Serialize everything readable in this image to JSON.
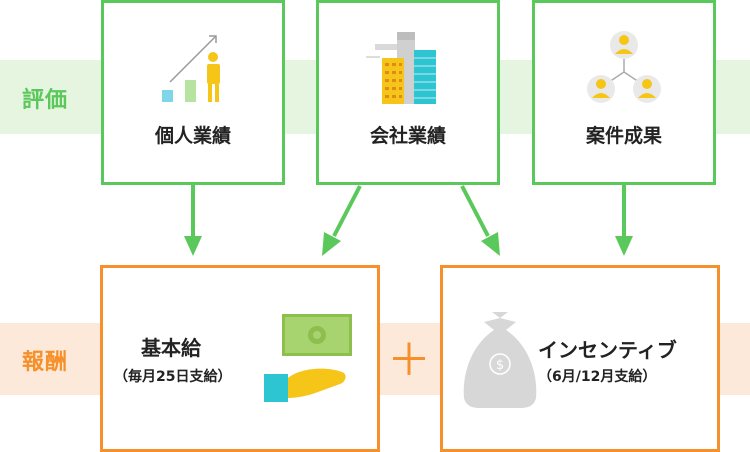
{
  "rows": {
    "evaluation": "評価",
    "reward": "報酬"
  },
  "evaluation_items": [
    {
      "label": "個人業績",
      "icon": "person-growth-chart-icon"
    },
    {
      "label": "会社業績",
      "icon": "buildings-icon"
    },
    {
      "label": "案件成果",
      "icon": "team-network-icon"
    }
  ],
  "reward_items": {
    "base": {
      "label": "基本給",
      "note": "（毎月25日支給）",
      "icon": "cash-in-hand-icon"
    },
    "plus": "＋",
    "incentive": {
      "label": "インセンティブ",
      "note": "（6月/12月支給）",
      "icon": "money-bag-icon"
    }
  },
  "colors": {
    "green": "#5bc85b",
    "green_band": "#e5f5e0",
    "orange": "#f5902a",
    "orange_band": "#fde9d9",
    "yellow": "#f5c518",
    "money_green": "#a8d46f",
    "cyan": "#2ec5d3",
    "gray": "#d7d7d7"
  }
}
